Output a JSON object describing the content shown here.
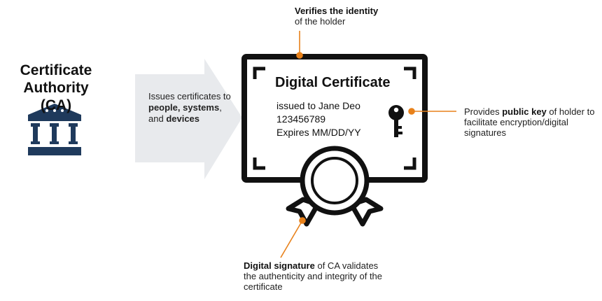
{
  "ca": {
    "title_line1": "Certificate",
    "title_line2": "Authority (CA)",
    "icon": "bank-building-icon"
  },
  "issues": {
    "text_before": "Issues certificates to ",
    "people": "people,",
    "systems": "systems",
    "and": ", and ",
    "devices": "devices"
  },
  "certificate": {
    "title": "Digital Certificate",
    "issued_to": "issued to Jane Deo",
    "serial": "123456789",
    "expires": "Expires MM/DD/YY",
    "key_icon": "key-icon",
    "seal_icon": "ribbon-seal-icon"
  },
  "callouts": {
    "identity_bold": "Verifies the identity",
    "identity_rest": "of the holder",
    "key_prefix": "Provides ",
    "key_bold": "public key",
    "key_rest": " of holder to facilitate encryption/digital signatures",
    "signature_bold": "Digital signature",
    "signature_rest": " of CA validates the authenticity and integrity of the certificate"
  },
  "colors": {
    "navy": "#1f3a5c",
    "orange": "#e8811a",
    "arrow_gray": "#e8eaed",
    "outline": "#111111"
  }
}
